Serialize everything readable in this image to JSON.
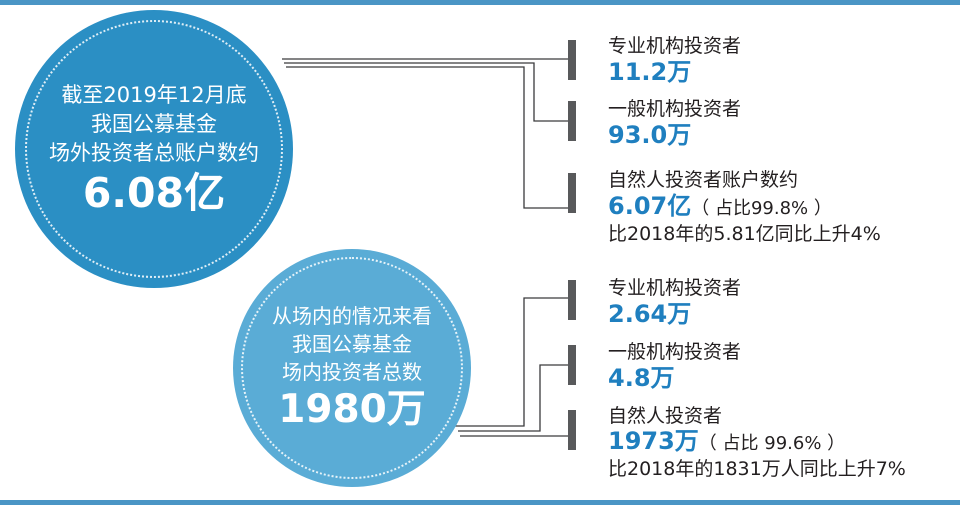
{
  "colors": {
    "frame_bar": "#4a95c5",
    "circle_main": "#2b8fc4",
    "circle_secondary": "#5aacd6",
    "value_blue": "#1f7fbf",
    "connector": "#3a3a3c",
    "marker": "#58595b"
  },
  "outside": {
    "lines": [
      "截至2019年12月底",
      "我国公募基金",
      "场外投资者总账户数约"
    ],
    "total": "6.08亿",
    "items": [
      {
        "label": "专业机构投资者",
        "value": "11.2万"
      },
      {
        "label": "一般机构投资者",
        "value": "93.0万"
      },
      {
        "label": "自然人投资者账户数约",
        "value": "6.07亿",
        "note": "（ 占比99.8% ）",
        "extra": "比2018年的5.81亿同比上升4%"
      }
    ]
  },
  "inside": {
    "lines": [
      "从场内的情况来看",
      "我国公募基金",
      "场内投资者总数"
    ],
    "total": "1980万",
    "items": [
      {
        "label": "专业机构投资者",
        "value": "2.64万"
      },
      {
        "label": "一般机构投资者",
        "value": "4.8万"
      },
      {
        "label": "自然人投资者",
        "value": "1973万",
        "note": "（ 占比 99.6% ）",
        "extra": "比2018年的1831万人同比上升7%"
      }
    ]
  }
}
